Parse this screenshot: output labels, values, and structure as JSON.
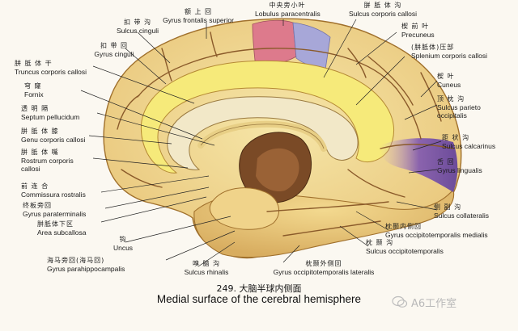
{
  "figure": {
    "title_zh": "249. 大脑半球内侧面",
    "title_en": "Medial surface of the cerebral hemisphere",
    "watermark": "A6工作室",
    "colors": {
      "cortex": "#f4dc96",
      "cortex_dark": "#d9b25c",
      "gyrus_inner": "#f6ea7a",
      "corpus": "#f0e6c4",
      "paracentral_pink": "#dd7a8c",
      "paracentral_blue": "#a7a7d8",
      "calcarine_purple": "#7b5aa4",
      "sulcus_line": "#8a5a2a",
      "leader": "#222222"
    }
  },
  "labels": {
    "sulcus_cinguli": {
      "zh": "扣 带 沟",
      "en": "Sulcus cinguli"
    },
    "gyrus_front_sup": {
      "zh": "额 上 回",
      "en": "Gyrus frontalis superior"
    },
    "lobulus_paracentralis": {
      "zh": "中央旁小叶",
      "en": "Lobulus paracentralis"
    },
    "sulcus_corp_call": {
      "zh": "胼 胝 体 沟",
      "en": "Sulcus corporis callosi"
    },
    "gyrus_cinguli": {
      "zh": "扣 带 回",
      "en": "Gyrus cinguli"
    },
    "truncus": {
      "zh": "胼 胝 体 干",
      "en": "Truncus corporis callosi"
    },
    "fornix": {
      "zh": "穹 窿",
      "en": "Fornix"
    },
    "septum": {
      "zh": "透 明 隔",
      "en": "Septum pellucidum"
    },
    "genu": {
      "zh": "胼 胝 体 膝",
      "en": "Genu corporis callosi"
    },
    "rostrum": {
      "zh": "胼 胝 体 嘴",
      "en": "Rostrum corporis",
      "en2": "callosi"
    },
    "commissura": {
      "zh": "前 连 合",
      "en": "Commissura rostralis"
    },
    "gyrus_paraterm": {
      "zh": "终板旁回",
      "en": "Gyrus paraterminalis"
    },
    "area_subcall": {
      "zh": "胼胝体下区",
      "en": "Area subcallosa"
    },
    "uncus": {
      "zh": "钩",
      "en": "Uncus"
    },
    "gyrus_parahip": {
      "zh": "海马旁回(海马回)",
      "en": "Gyrus parahippocampalis"
    },
    "sulcus_rhinalis": {
      "zh": "嗅 脑 沟",
      "en": "Sulcus rhinalis"
    },
    "gyrus_ot_lat": {
      "zh": "枕颞外侧回",
      "en": "Gyrus occipitotemporalis lateralis"
    },
    "sulcus_ot": {
      "zh": "枕 颞 沟",
      "en": "Sulcus occipitotemporalis"
    },
    "gyrus_ot_med": {
      "zh": "枕颞内侧回",
      "en": "Gyrus occipitotemporalis medialis"
    },
    "sulcus_coll": {
      "zh": "侧 副 沟",
      "en": "Sulcus collateralis"
    },
    "gyrus_lingualis": {
      "zh": "舌 回",
      "en": "Gyrus lingualis"
    },
    "sulcus_calc": {
      "zh": "距 状 沟",
      "en": "Sulcus calcarinus"
    },
    "sulcus_po": {
      "zh": "顶 枕 沟",
      "en": "Sulcus parieto",
      "en2": "occipitalis"
    },
    "cuneus": {
      "zh": "楔 叶",
      "en": "Cuneus"
    },
    "precuneus": {
      "zh": "楔 前 叶",
      "en": "Precuneus"
    },
    "splenium": {
      "zh": "(胼胝体)压部",
      "en": "Splenium corporis callosi"
    },
    "sulcus_corp_call_top": {
      "zh": "胼 胝 体 沟",
      "en": "Sulcus corporis callosi"
    }
  }
}
